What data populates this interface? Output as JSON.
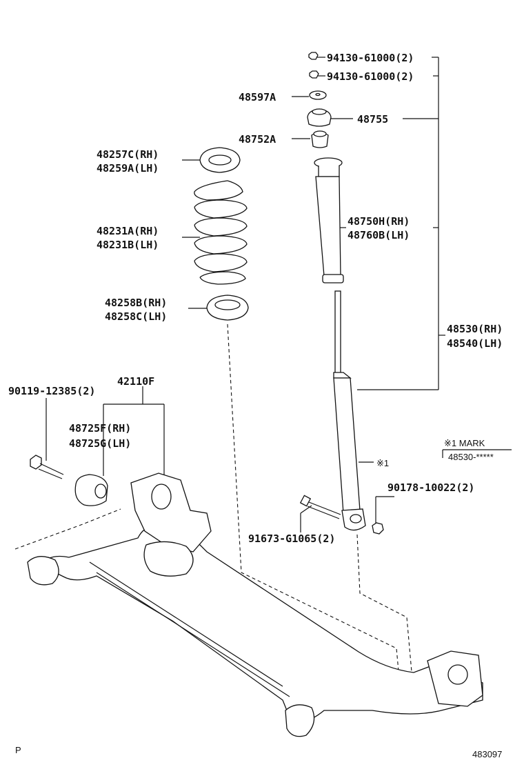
{
  "labels": {
    "nut_upper": "94130-61000(2)",
    "nut_lower": "94130-61000(2)",
    "washer": "48597A",
    "support": "48755",
    "retainer": "48752A",
    "insulator_upper_rh": "48257C(RH)",
    "insulator_upper_lh": "48259A(LH)",
    "coil_spring_rh": "48231A(RH)",
    "coil_spring_lh": "48231B(LH)",
    "insulator_lower_rh": "48258B(RH)",
    "insulator_lower_lh": "48258C(LH)",
    "bumper_rh": "48750H(RH)",
    "bumper_lh": "48760B(LH)",
    "absorber_rh": "48530(RH)",
    "absorber_lh": "48540(LH)",
    "bolt_beam": "90119-12385(2)",
    "axle_beam": "42110F",
    "bushing_rh": "48725F(RH)",
    "bushing_lh": "48725G(LH)",
    "absorber_nut": "90178-10022(2)",
    "absorber_bolt": "91673-G1065(2)",
    "mark_callout": "※1",
    "mark_title": "※1 MARK",
    "mark_value": "48530-*****",
    "corner_left": "P",
    "corner_right": "483097"
  }
}
